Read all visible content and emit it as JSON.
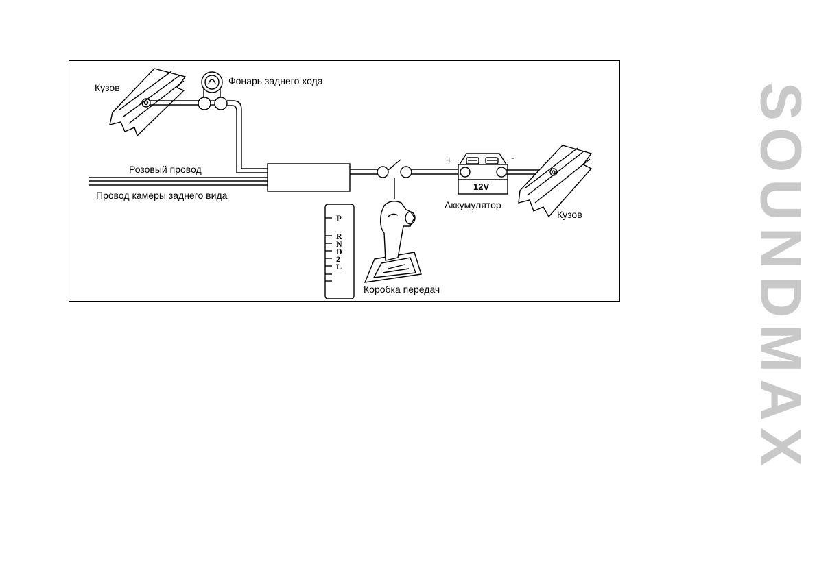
{
  "diagram": {
    "labels": {
      "body_left": "Кузов",
      "reverse_lamp": "Фонарь заднего хода",
      "pink_wire": "Розовый провод",
      "camera_wire": "Провод камеры заднего вида",
      "plus": "+",
      "minus": "-",
      "voltage": "12V",
      "battery": "Аккумулятор",
      "body_right": "Кузов",
      "gearbox": "Коробка передач"
    },
    "gear_positions": [
      "P",
      "R",
      "N",
      "D",
      "2",
      "L"
    ]
  },
  "brand": {
    "logo_text": "SOUNDMAX",
    "color": "#c8c8c8"
  }
}
